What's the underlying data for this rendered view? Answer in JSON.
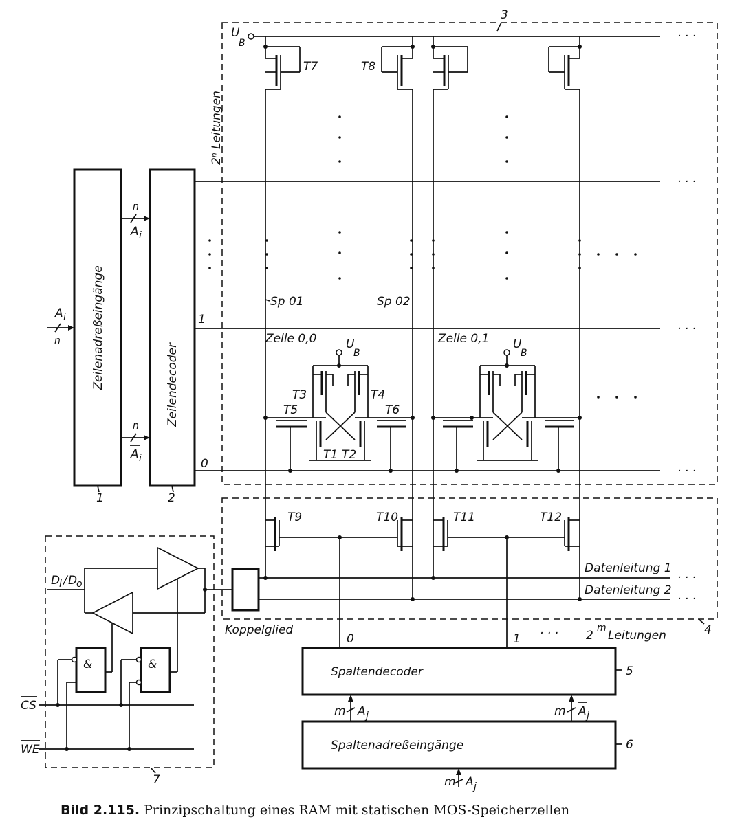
{
  "caption": {
    "number": "Bild 2.115.",
    "text": "Prinzipschaltung eines RAM mit statischen MOS-Speicherzellen"
  },
  "blocks": {
    "row_address_inputs": "Zeilenadreßeingänge",
    "row_decoder": "Zeilendecoder",
    "column_decoder": "Spaltendecoder",
    "column_address_inputs": "Spaltenadreßeingänge",
    "coupler": "Koppelglied"
  },
  "ref_numbers": {
    "n1": "1",
    "n2": "2",
    "n3": "3",
    "n4": "4",
    "n5": "5",
    "n6": "6",
    "n7": "7"
  },
  "signals": {
    "supply": "U",
    "supply_sub": "B",
    "row_bus_count": "n",
    "row_addr": "A",
    "row_addr_sub": "i",
    "col_bus_count": "m",
    "col_addr": "A",
    "col_addr_sub": "j",
    "data_io": "D",
    "data_io_i": "i",
    "data_io_o": "o",
    "chip_select": "CS",
    "write_enable": "WE",
    "and_gate": "&"
  },
  "lines": {
    "row_lines": "2ⁿ Leitungen",
    "col_lines": "2",
    "col_lines_exp": "m",
    "col_lines_word": "Leitungen",
    "data_line_1": "Datenleitung 1",
    "data_line_2": "Datenleitung 2",
    "row_1": "1",
    "row_0": "0",
    "col_0": "0",
    "col_1": "1",
    "column_1": "Sp 01",
    "column_2": "Sp 02",
    "cell_00": "Zelle 0,0",
    "cell_01": "Zelle 0,1",
    "ellipsis": "· · ·"
  },
  "transistors": {
    "t1": "T1",
    "t2": "T2",
    "t3": "T3",
    "t4": "T4",
    "t5": "T5",
    "t6": "T6",
    "t7": "T7",
    "t8": "T8",
    "t9": "T9",
    "t10": "T10",
    "t11": "T11",
    "t12": "T12"
  }
}
